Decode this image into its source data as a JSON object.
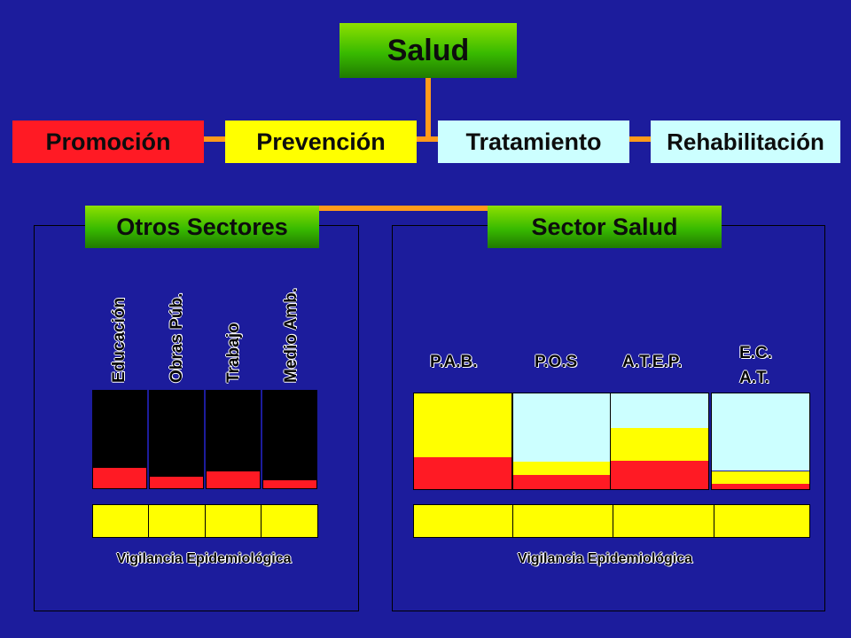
{
  "top": {
    "title": "Salud"
  },
  "levels": [
    {
      "label": "Promoción",
      "color": "#ff1a24"
    },
    {
      "label": "Prevención",
      "color": "#ffff00"
    },
    {
      "label": "Tratamiento",
      "color": "#ccffff"
    },
    {
      "label": "Rehabilitación",
      "color": "#ccffff"
    }
  ],
  "sectors": {
    "left": {
      "title": "Otros Sectores",
      "columns": [
        {
          "label": "Educación",
          "red_fraction": 0.21
        },
        {
          "label": "Obras Púb.",
          "red_fraction": 0.12
        },
        {
          "label": "Trabajo",
          "red_fraction": 0.17
        },
        {
          "label": "Medio Amb.",
          "red_fraction": 0.08
        }
      ],
      "foundation_cells": 4,
      "footer": "Vigilancia Epidemiológica"
    },
    "right": {
      "title": "Sector Salud",
      "columns": [
        {
          "label": "P.A.B.",
          "red_fraction": 0.33,
          "yellow_fraction": 0.67,
          "cyan_fraction": 0
        },
        {
          "label": "P.O.S",
          "red_fraction": 0.15,
          "yellow_fraction": 0.14,
          "cyan_fraction": 0.71
        },
        {
          "label": "A.T.E.P.",
          "red_fraction": 0.3,
          "yellow_fraction": 0.34,
          "cyan_fraction": 0.36
        },
        {
          "label_line1": "E.C.",
          "label_line2": "A.T.",
          "red_fraction": 0.06,
          "yellow_fraction": 0.13,
          "cyan_fraction": 0.81
        }
      ],
      "foundation_cells": 4,
      "footer": "Vigilancia Epidemiológica"
    }
  },
  "colors": {
    "background": "#1c1c9c",
    "connector": "#ff9a1a",
    "red": "#ff1a24",
    "yellow": "#ffff00",
    "cyan": "#ccffff",
    "black": "#000000"
  }
}
